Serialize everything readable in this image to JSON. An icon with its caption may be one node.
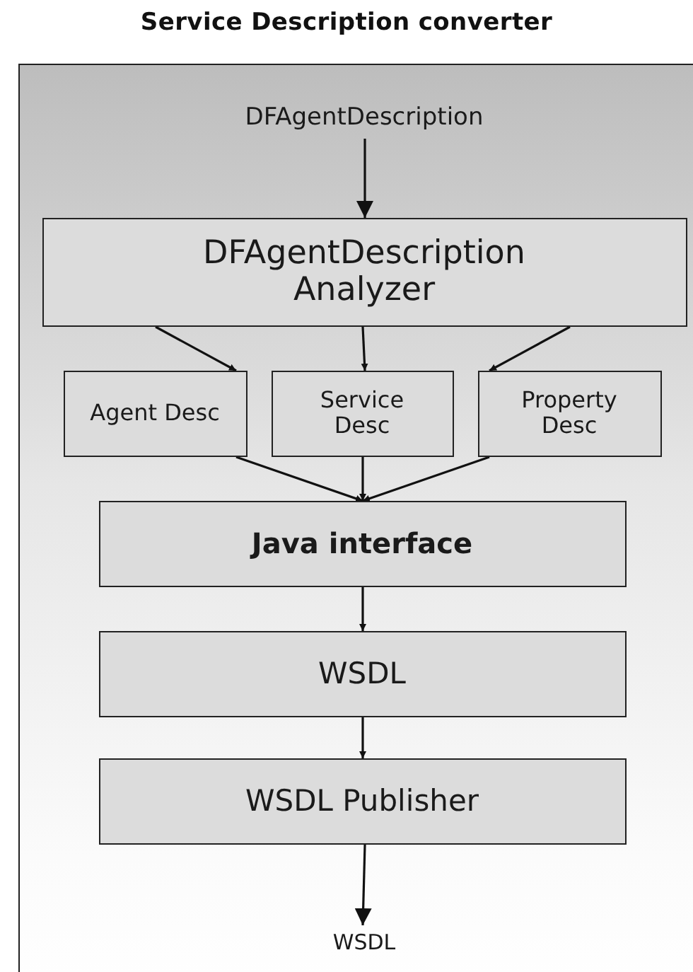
{
  "diagram": {
    "nodes": [
      {
        "text": [
          "Service Description converter"
        ]
      },
      {
        "text": [
          "DFAgentDescription"
        ],
        "in": 0
      },
      {
        "text": [
          "DFAgentDescription Analyzer"
        ],
        "in": 0
      },
      {
        "text": [
          "Agent Desc"
        ],
        "in": 0
      },
      {
        "text": [
          "Service Desc"
        ],
        "in": 0
      },
      {
        "text": [
          "Property Desc"
        ],
        "in": 0
      },
      {
        "text": [
          "Java interface"
        ],
        "in": 0
      },
      {
        "text": [
          "WSDL"
        ],
        "in": 0
      },
      {
        "text": [
          "WSDL Publisher"
        ],
        "in": 0
      },
      {
        "text": [
          "WSDL"
        ],
        "in": 0
      }
    ],
    "edges": [
      {
        "from": 1,
        "to": 2,
        "arrow": "to"
      },
      {
        "from": 2,
        "to": 3,
        "arrow": "to"
      },
      {
        "from": 2,
        "to": 4,
        "arrow": "to"
      },
      {
        "from": 2,
        "to": 5,
        "arrow": "to"
      },
      {
        "from": 3,
        "to": 6,
        "arrow": "to"
      },
      {
        "from": 4,
        "to": 6,
        "arrow": "to"
      },
      {
        "from": 5,
        "to": 6,
        "arrow": "to"
      },
      {
        "from": 6,
        "to": 7,
        "arrow": "to"
      },
      {
        "from": 7,
        "to": 8,
        "arrow": "to"
      },
      {
        "from": 8,
        "to": 9,
        "arrow": "to"
      }
    ]
  }
}
